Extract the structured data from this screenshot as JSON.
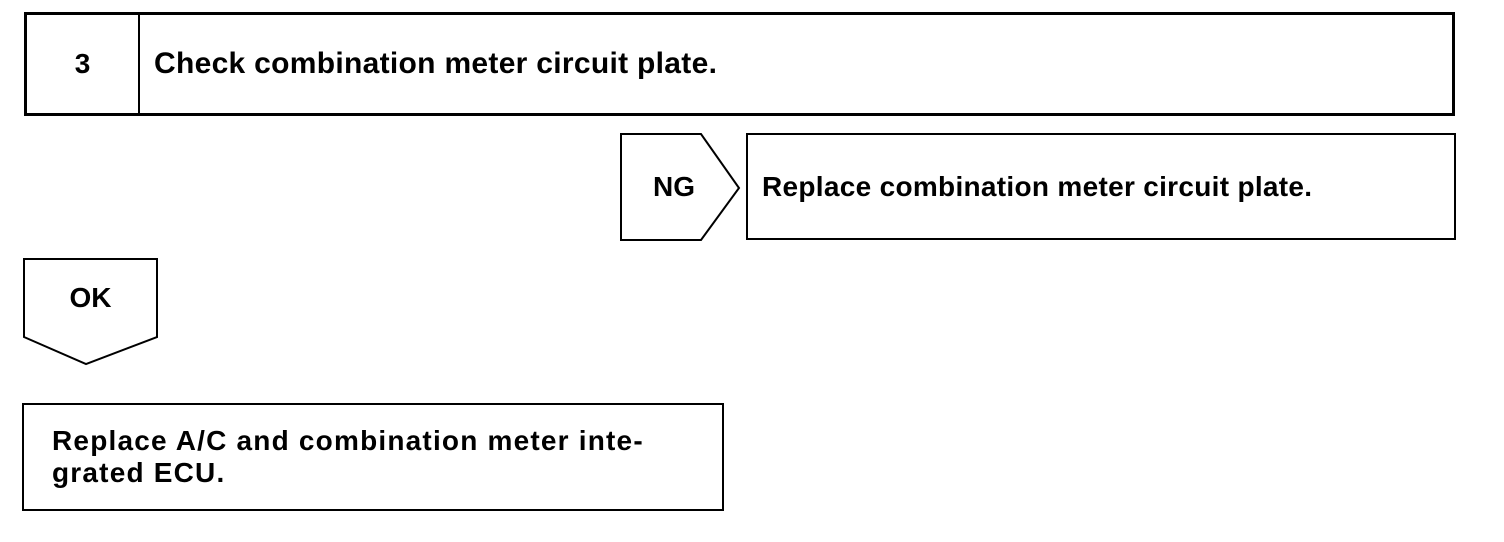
{
  "step": {
    "number": "3",
    "title": "Check combination meter circuit plate."
  },
  "ng_branch": {
    "label": "NG",
    "action": "Replace combination meter circuit plate."
  },
  "ok_branch": {
    "label": "OK",
    "action_lines": [
      "Replace A/C and combination meter inte-",
      "grated ECU."
    ]
  }
}
